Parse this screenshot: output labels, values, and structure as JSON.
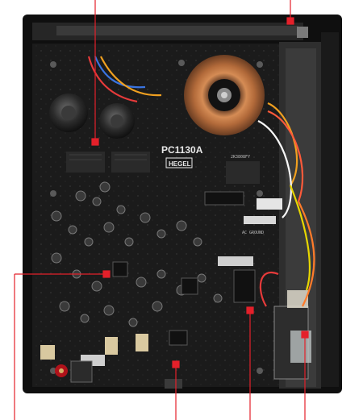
{
  "board": {
    "model": "PC1130A",
    "brand": "HEGEL",
    "serial": "2K3808FY",
    "ac_ground": "AC GROUND"
  },
  "colors": {
    "callout": "#e4202a",
    "board": "#1b1b1b",
    "chassis": "#0f0f0f",
    "copper": "#c7834b"
  },
  "callouts": [
    {
      "label": "callout-1"
    },
    {
      "label": "callout-2"
    },
    {
      "label": "callout-3"
    },
    {
      "label": "callout-4"
    },
    {
      "label": "callout-5"
    },
    {
      "label": "callout-6"
    }
  ]
}
